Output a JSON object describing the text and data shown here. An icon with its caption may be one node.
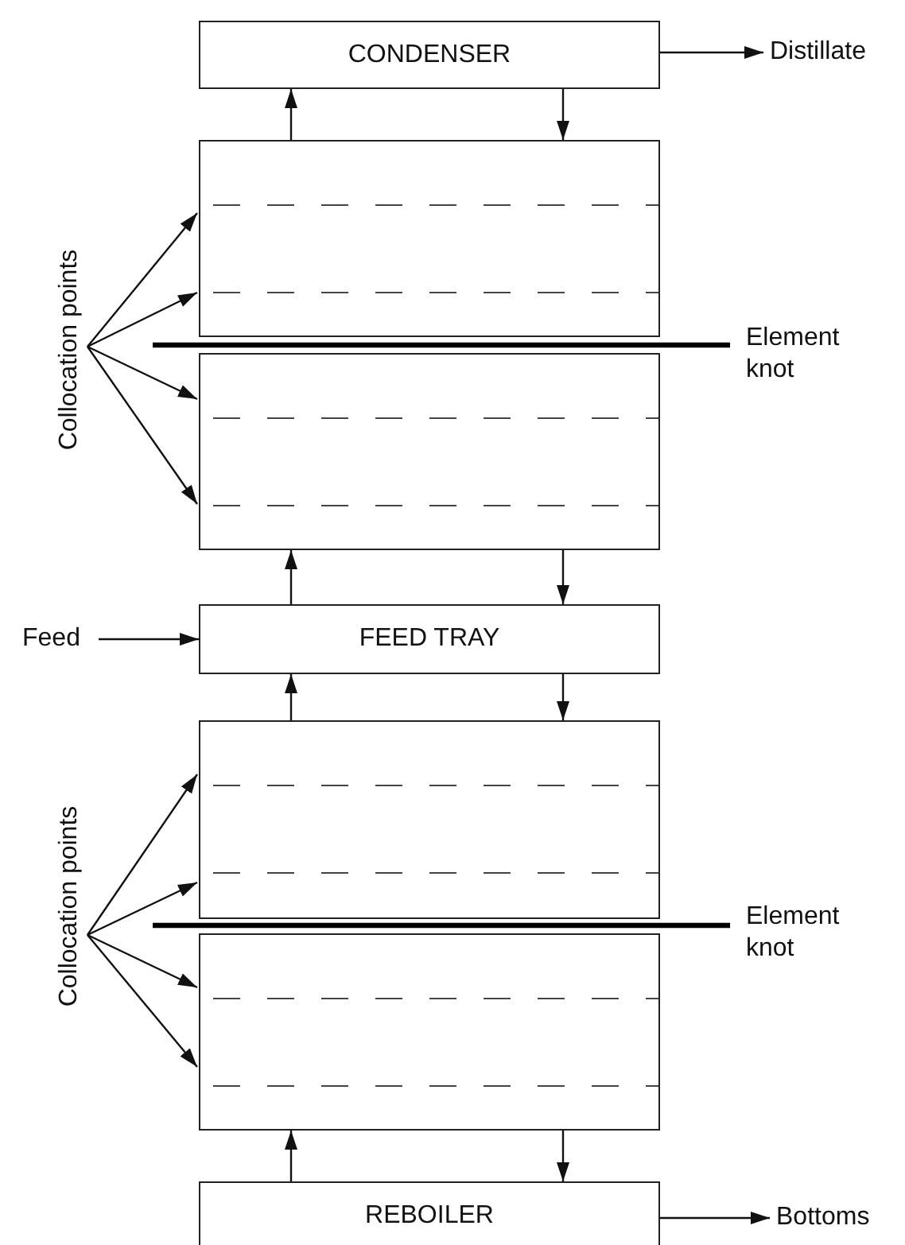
{
  "diagram": {
    "nodes": [
      {
        "text": [
          "CONDENSER"
        ]
      },
      {
        "text": [
          "Distillate"
        ]
      },
      {
        "text": [],
        "shape": "box"
      },
      {
        "text": [],
        "shape": "box"
      },
      {
        "text": [
          "Collocation points"
        ]
      },
      {
        "text": [
          "Feed"
        ]
      },
      {
        "text": [
          "FEED TRAY"
        ]
      },
      {
        "text": [],
        "shape": "box"
      },
      {
        "text": [],
        "shape": "box"
      },
      {
        "text": [
          "Collocation points"
        ]
      },
      {
        "text": [
          "REBOILER"
        ]
      },
      {
        "text": [
          "Bottoms"
        ]
      }
    ],
    "edges": [
      {
        "from": 2,
        "to": 0,
        "arrow": "to"
      },
      {
        "from": 0,
        "to": 2,
        "arrow": "to"
      },
      {
        "from": 0,
        "to": 1,
        "arrow": "to"
      },
      {
        "from": 4,
        "to": 2,
        "arrow": "to"
      },
      {
        "from": 4,
        "to": 2,
        "arrow": "to"
      },
      {
        "from": 4,
        "to": 3,
        "arrow": "to"
      },
      {
        "from": 4,
        "to": 3,
        "arrow": "to"
      },
      {
        "from": 6,
        "to": 3,
        "arrow": "to"
      },
      {
        "from": 3,
        "to": 6,
        "arrow": "to"
      },
      {
        "from": 5,
        "to": 6,
        "arrow": "to"
      },
      {
        "from": 7,
        "to": 6,
        "arrow": "to"
      },
      {
        "from": 6,
        "to": 7,
        "arrow": "to"
      },
      {
        "from": 9,
        "to": 7,
        "arrow": "to"
      },
      {
        "from": 9,
        "to": 7,
        "arrow": "to"
      },
      {
        "from": 9,
        "to": 8,
        "arrow": "to"
      },
      {
        "from": 9,
        "to": 8,
        "arrow": "to"
      },
      {
        "from": 10,
        "to": 8,
        "arrow": "to"
      },
      {
        "from": 8,
        "to": 10,
        "arrow": "to"
      },
      {
        "from": 10,
        "to": 11,
        "arrow": "to"
      }
    ],
    "labels": [
      "Element knot",
      "Element knot"
    ]
  }
}
